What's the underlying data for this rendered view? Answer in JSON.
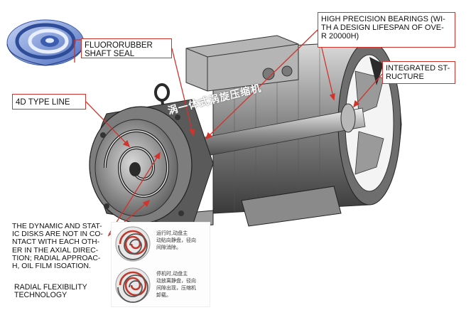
{
  "labels": {
    "fluororubber_shaft_seal": "FLUORORUBBER\nSHAFT SEAL",
    "type_line_4d": "4D TYPE LINE",
    "high_precision_bearings": "HIGH PRECISION BEARINGS (WI-\nTH A DESIGN LIFESPAN OF OVE-\nR 20000H)",
    "integrated_structure": "INTEGRATED ST-\nRUCTURE",
    "dynamic_static_disks": "THE DYNAMIC AND STAT-\nIC DISKS ARE NOT IN CO-\nNTACT WITH EACH OTH-\nER IN THE AXIAL DIREC-\nTION; RADIAL APPROAC-\nH, OIL FILM ISOATION.",
    "radial_flexibility": "RADIAL FLEXIBILITY\nTECHNOLOGY"
  },
  "housing_text": "涡一体式涡旋压缩机",
  "notes": {
    "running": "运行时,动盘主\n动贴向静盘，径向\n间隙消除。",
    "stopped": "停机时,动盘主\n动放离静盘，径向\n间隙出现，压缩机\n卸载。"
  },
  "colors": {
    "callout_border": "#d0342c",
    "callout_line": "#d0342c",
    "scroll_red": "#c0392b",
    "scroll_blue": "#6d8fd6"
  }
}
